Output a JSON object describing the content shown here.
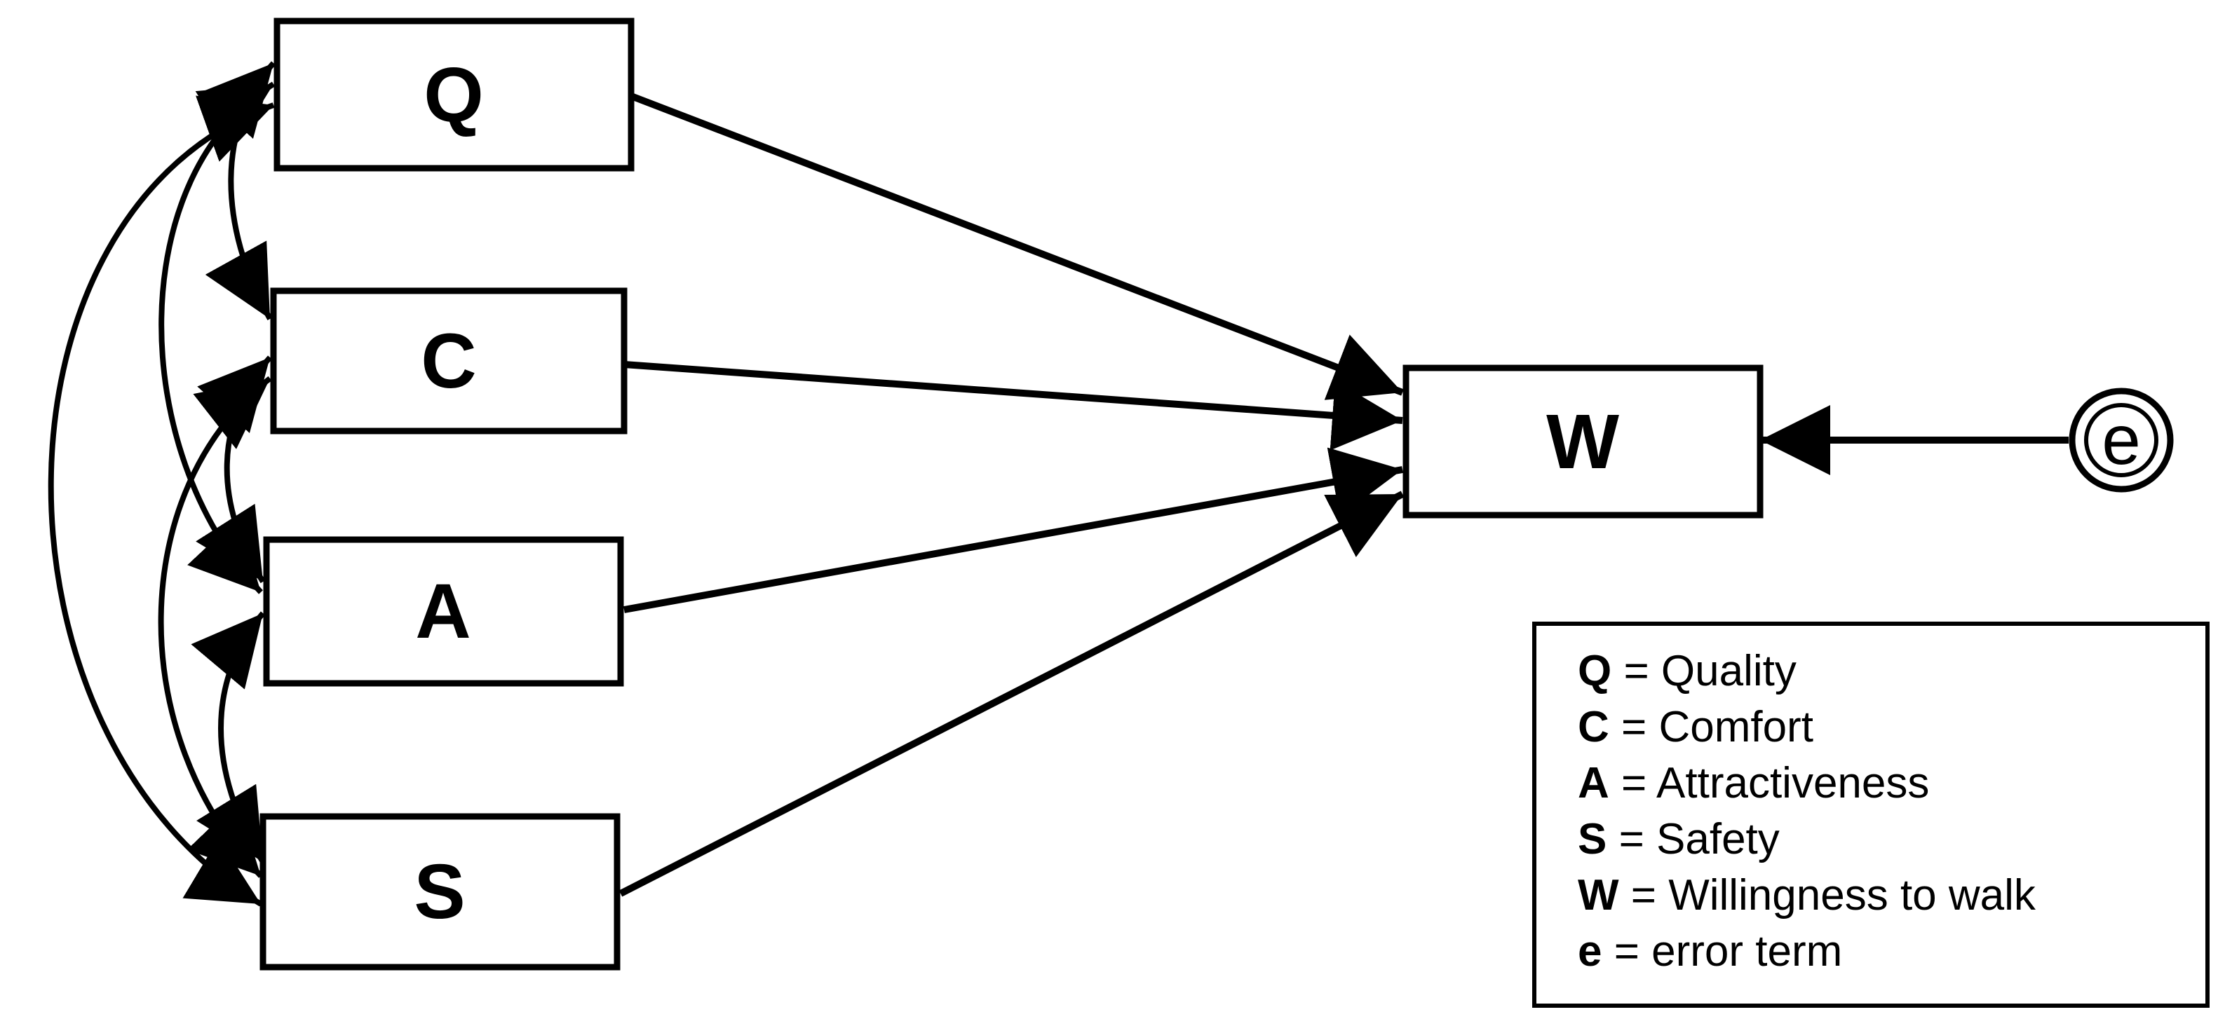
{
  "nodes": {
    "q": "Q",
    "c": "C",
    "a": "A",
    "s": "S",
    "w": "W",
    "e": "e"
  },
  "legend": [
    {
      "key": "Q",
      "text": " = Quality"
    },
    {
      "key": "C",
      "text": " = Comfort"
    },
    {
      "key": "A",
      "text": " = Attractiveness"
    },
    {
      "key": "S",
      "text": " = Safety"
    },
    {
      "key": "W",
      "text": " = Willingness to walk"
    },
    {
      "key": "e",
      "text": " = error term"
    }
  ],
  "colors": {
    "stroke": "#000000",
    "background": "#ffffff"
  }
}
